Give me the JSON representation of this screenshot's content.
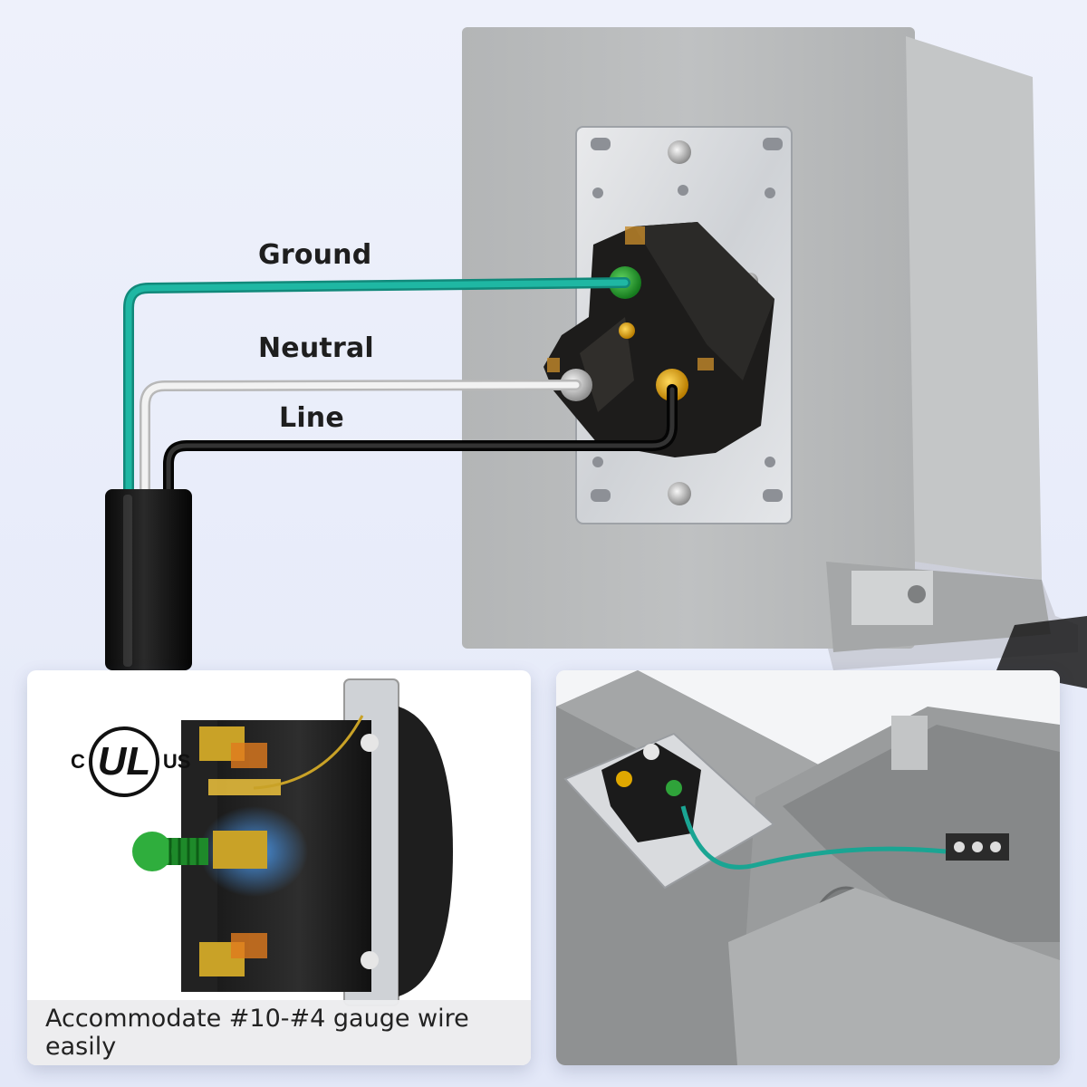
{
  "wires": {
    "ground_label": "Ground",
    "neutral_label": "Neutral",
    "line_label": "Line"
  },
  "certification": {
    "left": "C",
    "mark": "UL",
    "right": "US"
  },
  "caption": {
    "text": "Accommodate #10-#4 gauge wire easily"
  },
  "colors": {
    "ground_wire": "#1aa593",
    "neutral_wire": "#d8d8d8",
    "line_wire": "#151515",
    "enclosure_gray": "#b7b9ba",
    "background": "#e6eaf8"
  }
}
